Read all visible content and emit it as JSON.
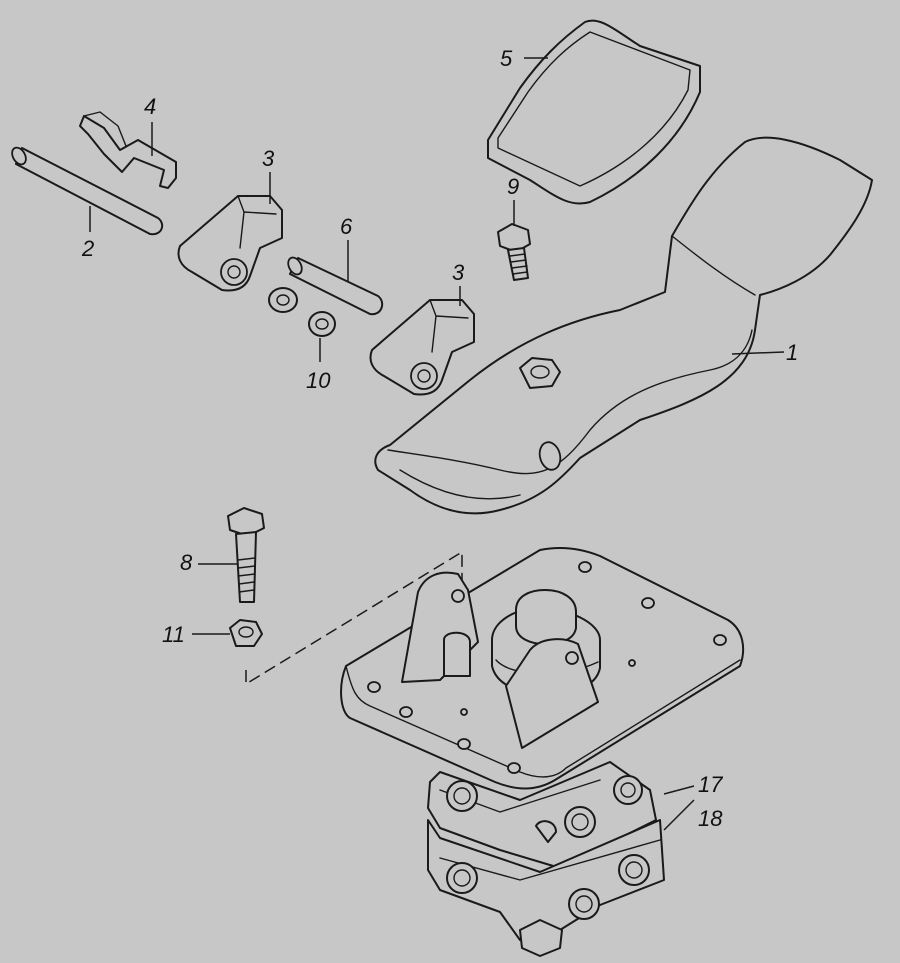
{
  "diagram": {
    "background_color": "#c7c7c7",
    "line_color": "#1a1a1a",
    "callouts": [
      {
        "id": "c1",
        "label": "1"
      },
      {
        "id": "c2",
        "label": "2"
      },
      {
        "id": "c3a",
        "label": "3"
      },
      {
        "id": "c3b",
        "label": "3"
      },
      {
        "id": "c4",
        "label": "4"
      },
      {
        "id": "c5",
        "label": "5"
      },
      {
        "id": "c6",
        "label": "6"
      },
      {
        "id": "c8",
        "label": "8"
      },
      {
        "id": "c9",
        "label": "9"
      },
      {
        "id": "c10",
        "label": "10"
      },
      {
        "id": "c11",
        "label": "11"
      },
      {
        "id": "c17",
        "label": "17"
      },
      {
        "id": "c18",
        "label": "18"
      }
    ]
  }
}
